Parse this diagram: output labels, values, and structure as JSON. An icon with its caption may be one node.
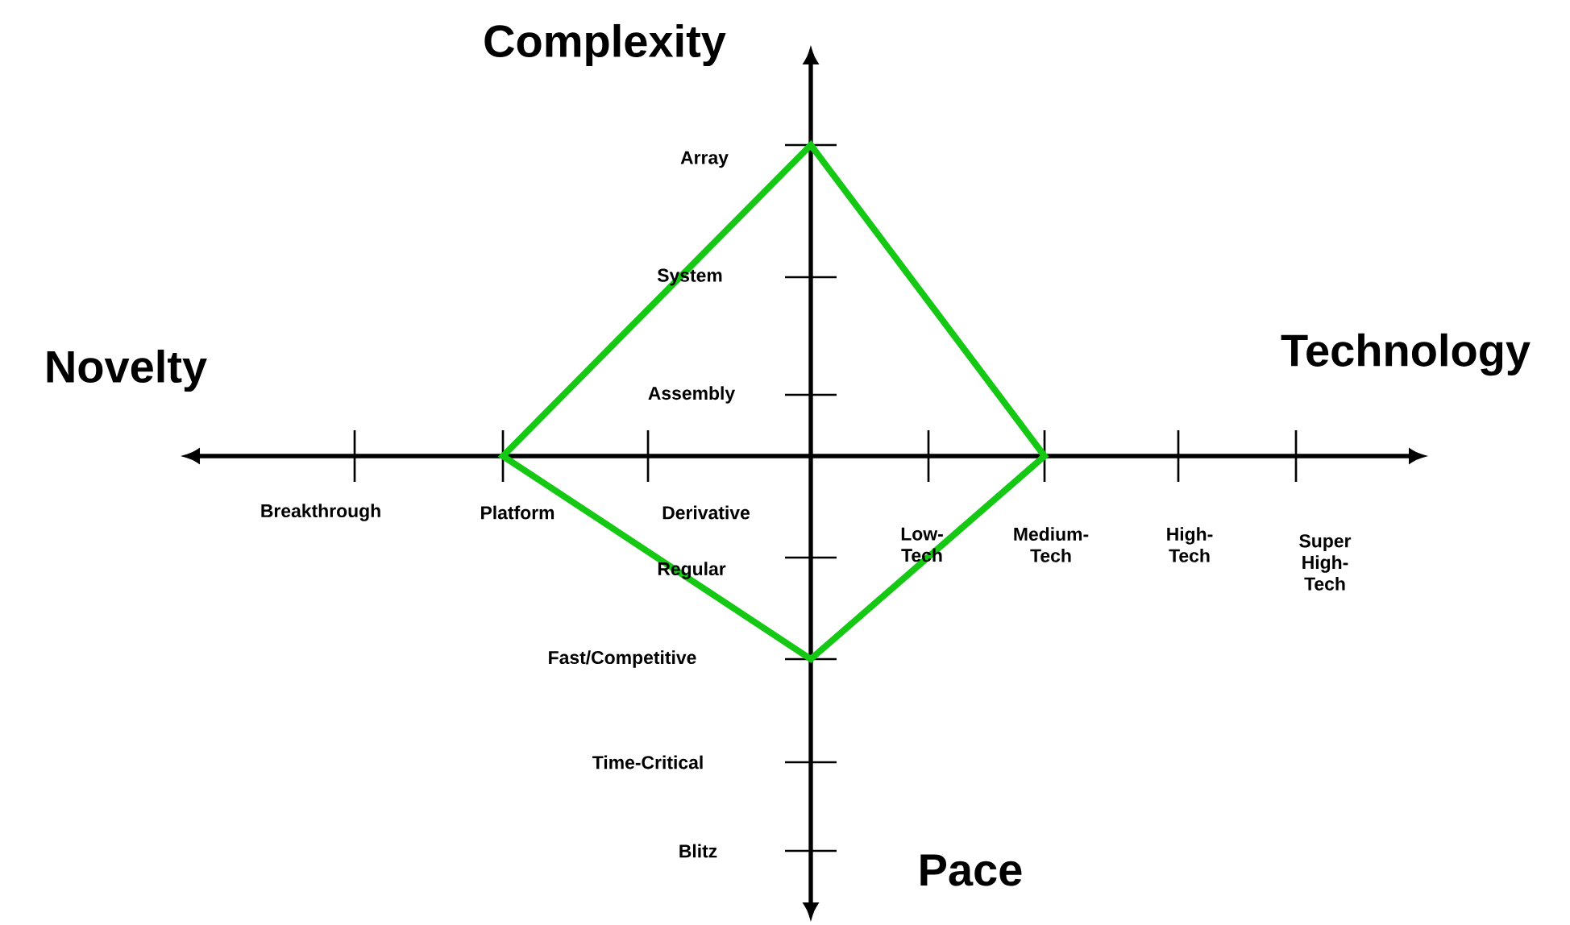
{
  "diagram": {
    "labels": [
      "Complexity",
      "Array",
      "System",
      "Novelty",
      "Technology",
      "Assembly",
      "Breakthrough",
      "Platform",
      "Derivative",
      "Low-Tech",
      "Medium-Tech",
      "High-Tech",
      "Super High-Tech",
      "Regular",
      "Fast/Competitive",
      "Time-Critical",
      "Blitz",
      "Pace"
    ]
  }
}
